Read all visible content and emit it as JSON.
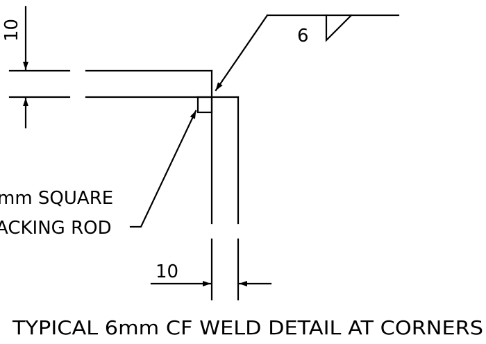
{
  "drawing": {
    "title": "TYPICAL 6mm CF WELD DETAIL AT CORNERS",
    "weld_symbol_size": "6",
    "dim_vertical": "10",
    "dim_horizontal": "10",
    "note_line_1": "mm SQUARE",
    "note_line_2": "ACKING ROD"
  }
}
